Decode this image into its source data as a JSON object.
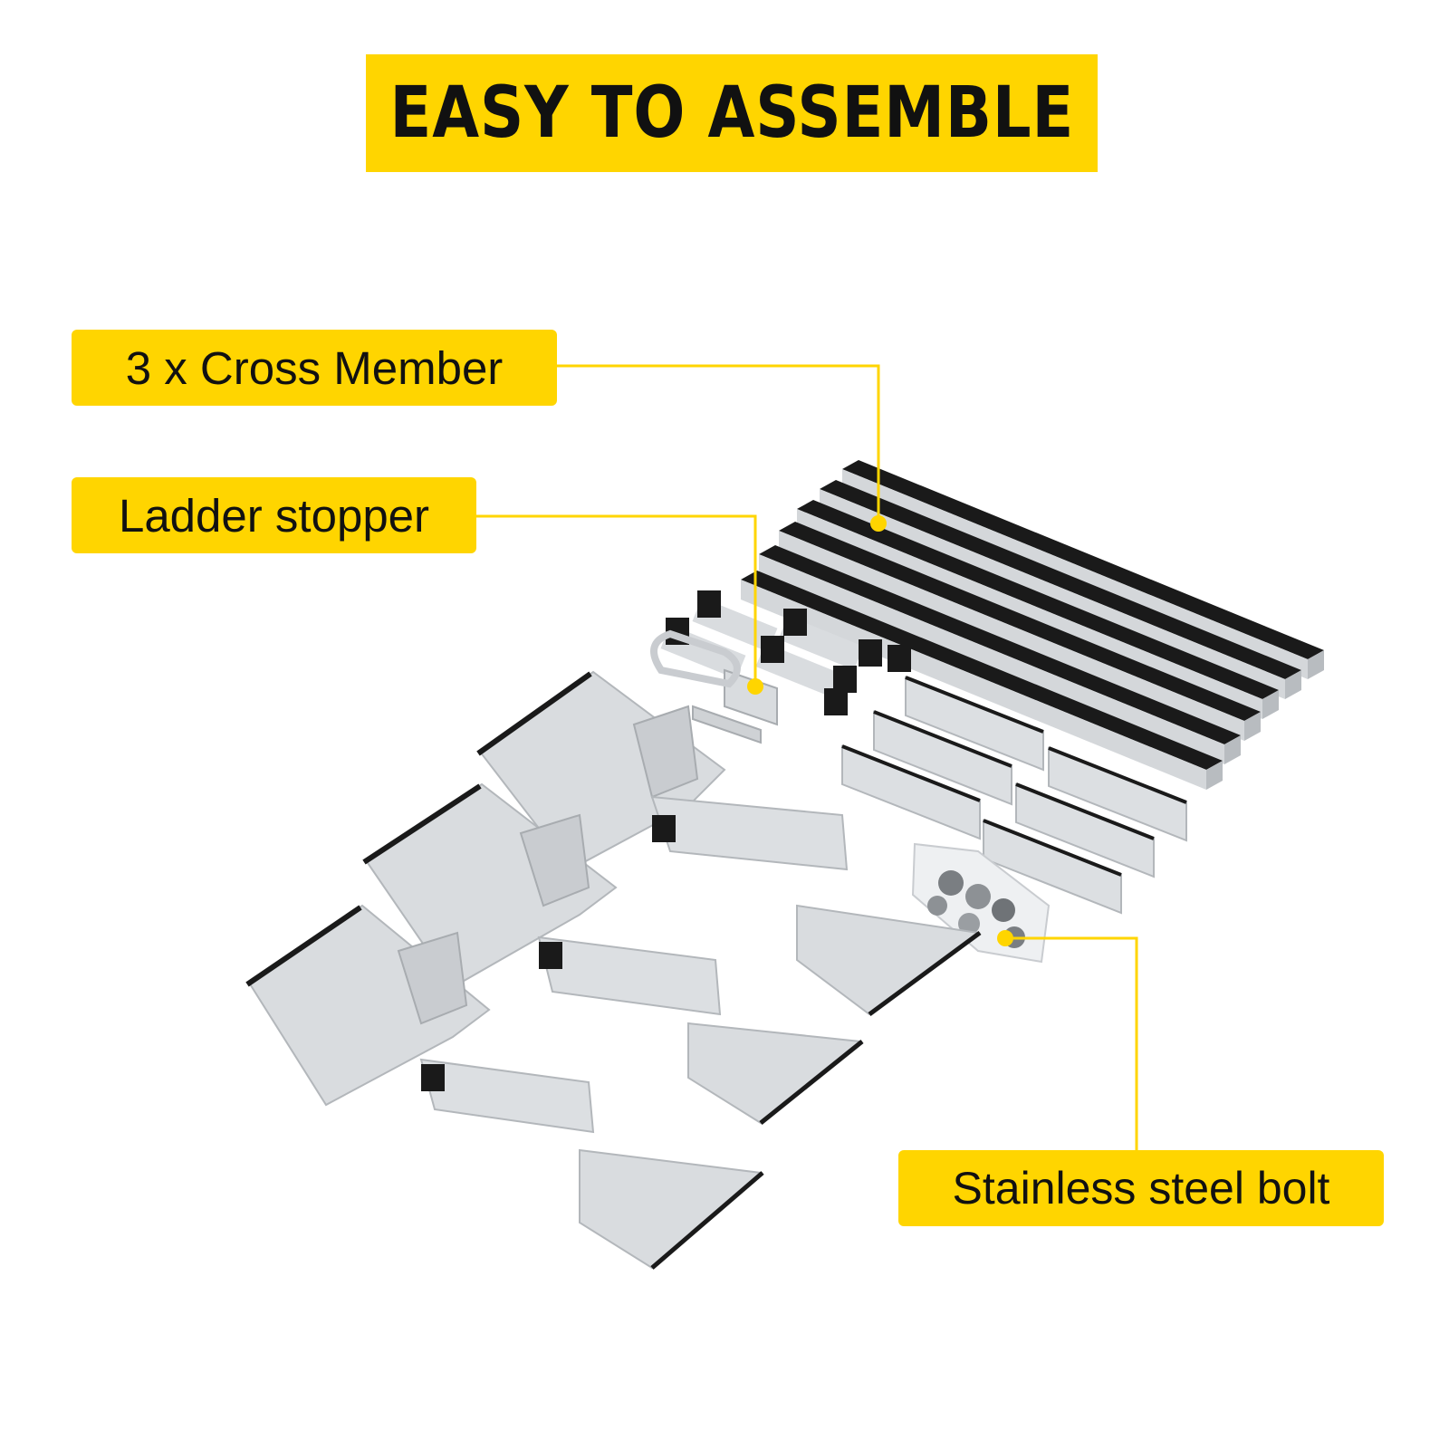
{
  "title": "EASY TO ASSEMBLE",
  "callouts": {
    "cross_member": "3 x Cross Member",
    "ladder_stopper": "Ladder stopper",
    "bolt": "Stainless steel bolt"
  },
  "colors": {
    "accent": "#FFD500",
    "text": "#111111",
    "metal": "#D9DCDF",
    "rubber": "#1A1A1A"
  },
  "product_icon": "ladder-rack-parts-icon"
}
